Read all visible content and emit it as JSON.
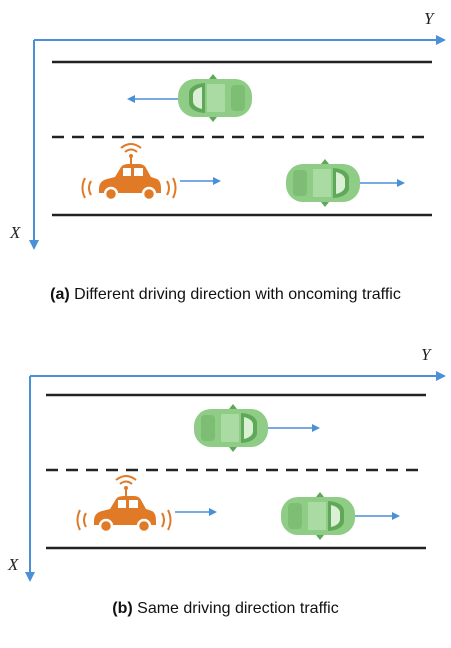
{
  "colors": {
    "axis": "#4a90d9",
    "road": "#222222",
    "arrow": "#4a90d9",
    "car_body": "#8fcc86",
    "car_dark": "#5fa85a",
    "car_window": "#d9f0d4",
    "ego_car": "#e07a26",
    "ego_signal": "#e07a26"
  },
  "icons": {
    "ego_vehicle": "autonomous-car-icon",
    "other_vehicle": "car-topview-icon"
  },
  "panels": [
    {
      "axis_x_label": "X",
      "axis_y_label": "Y",
      "caption_tag": "(a)",
      "caption_text": " Different driving direction with oncoming traffic",
      "scenario": "oncoming"
    },
    {
      "axis_x_label": "X",
      "axis_y_label": "Y",
      "caption_tag": "(b)",
      "caption_text": " Same driving direction traffic",
      "scenario": "same-direction"
    }
  ]
}
